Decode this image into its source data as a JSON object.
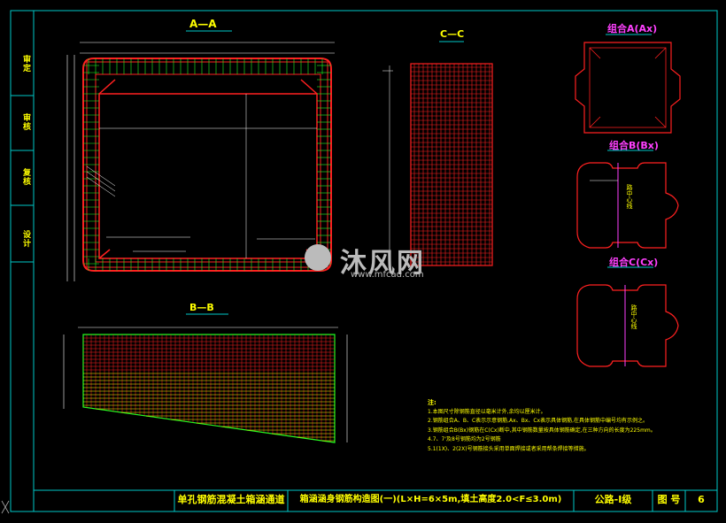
{
  "side_labels": [
    "审定",
    "审核",
    "复核",
    "设计"
  ],
  "sections": {
    "aa": "A—A",
    "bb": "B—B",
    "cc": "C—C",
    "combo_a": "组合A(Ax)",
    "combo_b": "组合B(Bx)",
    "combo_c": "组合C(Cx)"
  },
  "center_text": "路中心线",
  "notes": {
    "title": "注:",
    "lines": [
      "1.本图尺寸除钢筋直径以毫米计外,余均以厘米计。",
      "2.钢筋组合A、B、C表示示意钢筋,Ax、Bx、Cx表示具体钢筋,在具体钢筋中编号均有示例之。",
      "3.钢筋组合B(Bx)钢筋在C(Cx)断中,其中钢筋数量按具体钢筋确定,在三种方向的长度为225mm。",
      "4.7、7'及8号钢筋均为2号钢筋",
      "5.1(1X)、2(2X)号钢筋接头采用单面焊接或者采用帮条焊接等措施。"
    ]
  },
  "title_block": {
    "project": "单孔钢筋混凝土箱涵通道",
    "drawing_title": "箱涵涵身钢筋构造图(一)(L×H=6×5m,填土高度2.0<F≤3.0m)",
    "road_class": "公路-Ⅰ级",
    "sheet_label": "图 号",
    "sheet_number": "6"
  },
  "watermark": {
    "brand": "沐风网",
    "url": "www.mfcad.com"
  },
  "colors": {
    "frame": "#00c8c8",
    "rebar": "#ff2020",
    "stirrup": "#20ff20",
    "text": "#ffff00",
    "accent": "#ff40ff",
    "dim": "#ffffff"
  }
}
